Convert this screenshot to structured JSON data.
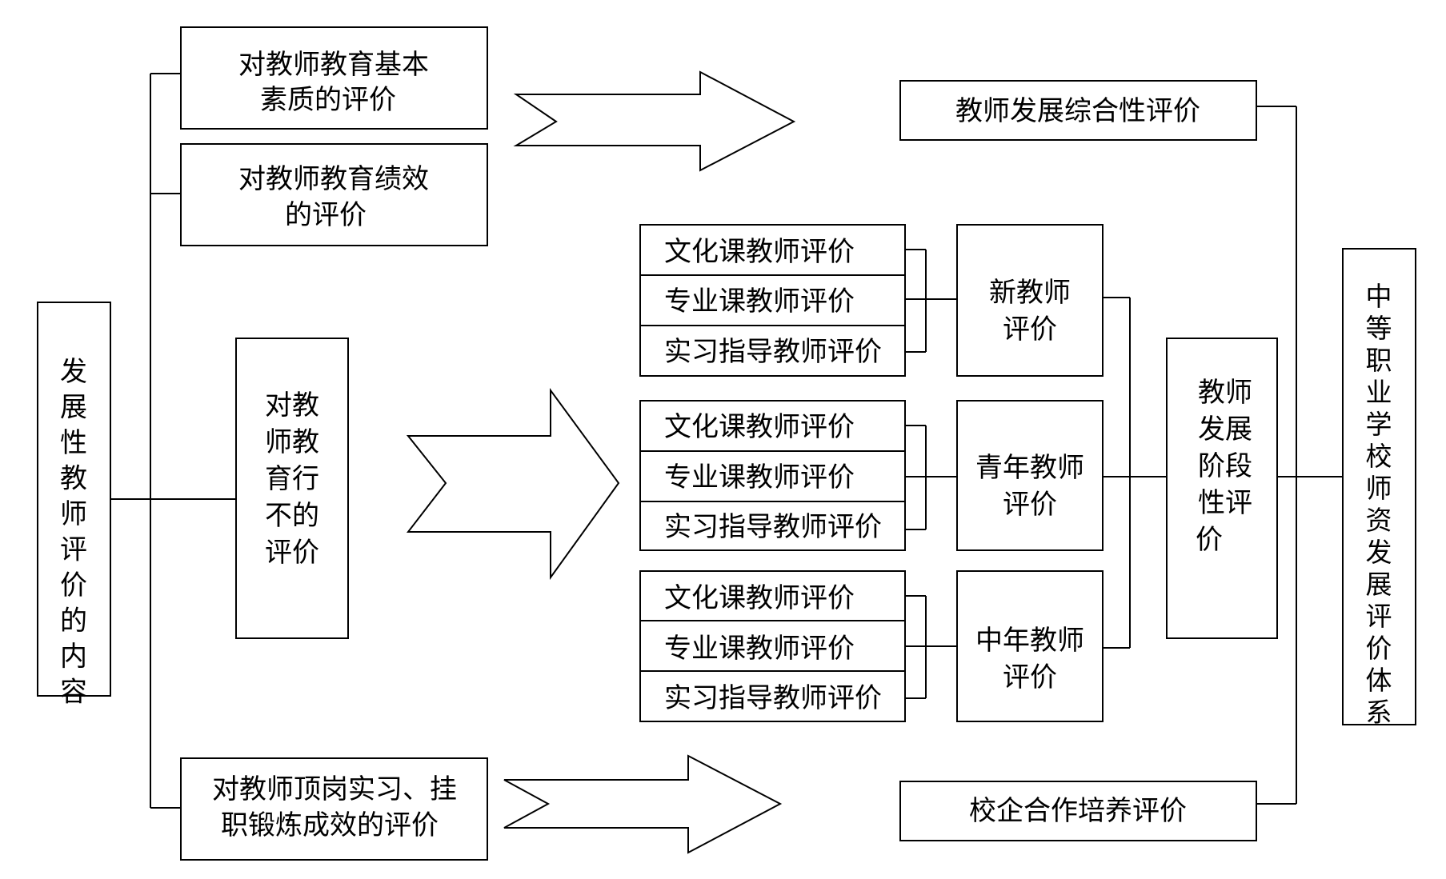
{
  "left_root": {
    "label": "发展性教师评价的内容"
  },
  "right_root": {
    "label": "中等职业学校师资发展评价体系"
  },
  "content": {
    "basic_quality": [
      "对教师教育基本",
      "素质的评价"
    ],
    "performance": [
      "对教师教育绩效",
      "的评价"
    ],
    "behavior": [
      "对教",
      "师教",
      "育行",
      "不的",
      "评价"
    ],
    "internship": [
      "对教师顶岗实习、挂",
      "职锻炼成效的评价"
    ]
  },
  "outcomes": {
    "comprehensive": "教师发展综合性评价",
    "school_enterprise": "校企合作培养评价",
    "stage": [
      "教师",
      "发展",
      "阶段",
      "性评",
      "价"
    ]
  },
  "groups": [
    {
      "stage_label": [
        "新教师",
        "评价"
      ],
      "items": [
        "文化课教师评价",
        "专业课教师评价",
        "实习指导教师评价"
      ]
    },
    {
      "stage_label": [
        "青年教师",
        "评价"
      ],
      "items": [
        "文化课教师评价",
        "专业课教师评价",
        "实习指导教师评价"
      ]
    },
    {
      "stage_label": [
        "中年教师",
        "评价"
      ],
      "items": [
        "文化课教师评价",
        "专业课教师评价",
        "实习指导教师评价"
      ]
    }
  ]
}
